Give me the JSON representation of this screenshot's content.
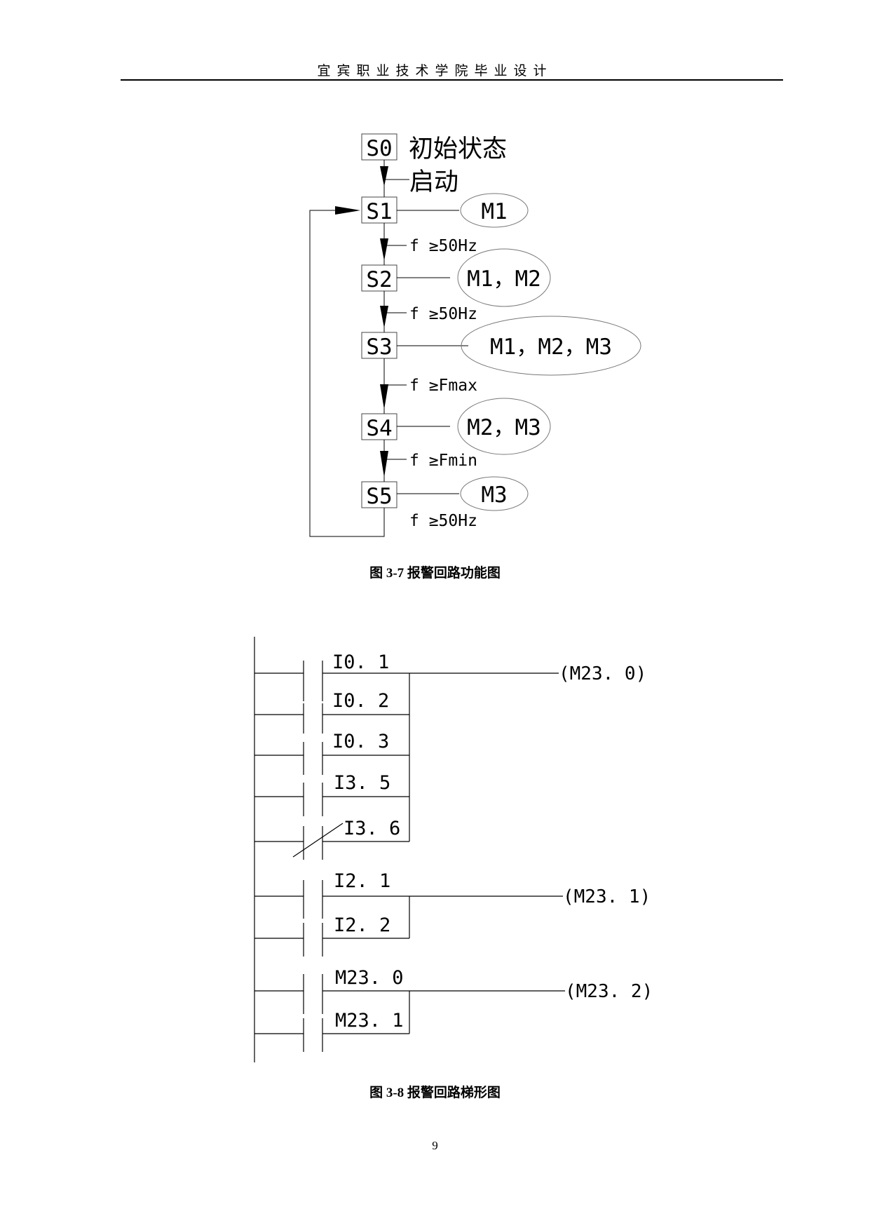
{
  "header": {
    "title": "宜宾职业技术学院毕业设计"
  },
  "figure_sfc": {
    "caption": "图 3-7 报警回路功能图",
    "initial_step": {
      "label": "S0",
      "note": "初始状态"
    },
    "start_condition": "启动",
    "steps": [
      {
        "label": "S1",
        "action": "M1"
      },
      {
        "label": "S2",
        "action": "M1，M2"
      },
      {
        "label": "S3",
        "action": "M1，M2，M3"
      },
      {
        "label": "S4",
        "action": "M2，M3"
      },
      {
        "label": "S5",
        "action": "M3"
      }
    ],
    "transitions": [
      "f ≥50Hz",
      "f ≥50Hz",
      "f ≥Fmax",
      "f ≥Fmin",
      "f ≥50Hz"
    ]
  },
  "figure_ladder": {
    "caption": "图 3-8 报警回路梯形图",
    "rungs": [
      {
        "output": "(M23. 0)",
        "contacts": [
          {
            "label": "I0. 1",
            "type": "NO"
          },
          {
            "label": "I0. 2",
            "type": "NO"
          },
          {
            "label": "I0. 3",
            "type": "NO"
          },
          {
            "label": "I3. 5",
            "type": "NO"
          },
          {
            "label": "I3. 6",
            "type": "NC"
          }
        ]
      },
      {
        "output": "(M23. 1)",
        "contacts": [
          {
            "label": "I2. 1",
            "type": "NO"
          },
          {
            "label": "I2. 2",
            "type": "NO"
          }
        ]
      },
      {
        "output": "(M23. 2)",
        "contacts": [
          {
            "label": "M23. 0",
            "type": "NO"
          },
          {
            "label": "M23. 1",
            "type": "NO"
          }
        ]
      }
    ]
  },
  "page_number": "9"
}
